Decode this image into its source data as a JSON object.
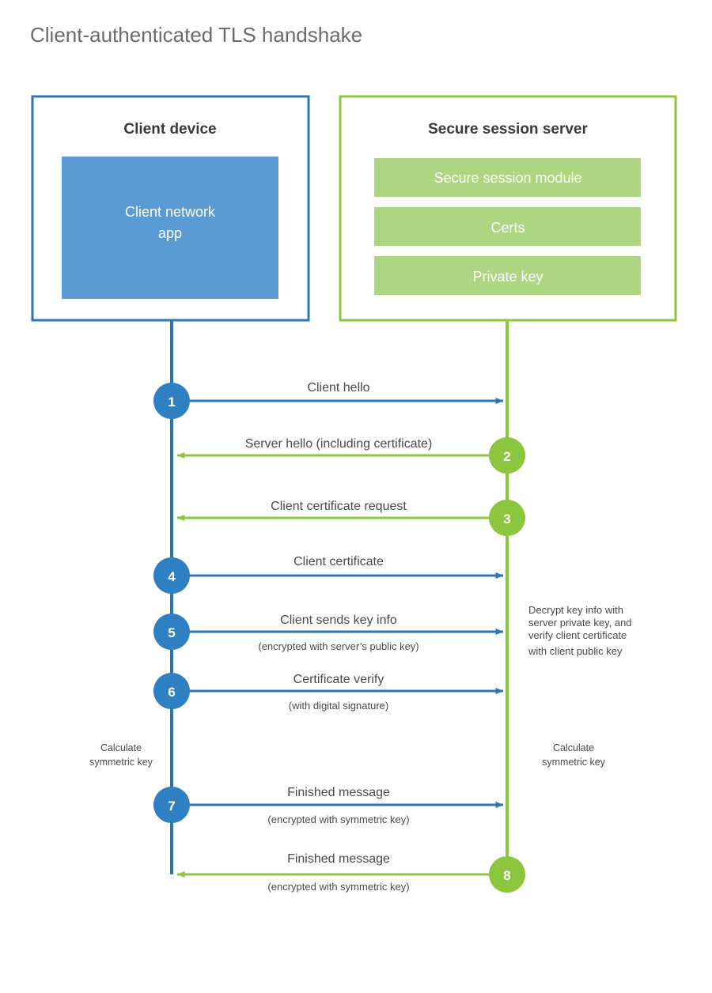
{
  "page": {
    "title": "Client-authenticated TLS handshake",
    "background": "#ffffff"
  },
  "colors": {
    "blue_line": "#2E75B6",
    "blue_border": "#2E75B6",
    "blue_fill": "#5B9BD5",
    "blue_circle": "#2E80C2",
    "green_line": "#8CC63F",
    "green_border": "#8CC63F",
    "green_fill": "#AED581",
    "green_circle": "#8CC63F",
    "title_color": "#6b6b6b",
    "text_color": "#4a4a4a",
    "heading_color": "#3a3a3a"
  },
  "client_box": {
    "title": "Client device",
    "inner": {
      "label_line1": "Client network",
      "label_line2": "app"
    }
  },
  "server_box": {
    "title": "Secure session server",
    "modules": [
      {
        "label": "Secure session module"
      },
      {
        "label": "Certs"
      },
      {
        "label": "Private key"
      }
    ]
  },
  "lifelines": {
    "client": {
      "label": "client-lifeline"
    },
    "server": {
      "label": "server-lifeline"
    }
  },
  "steps": [
    {
      "number": "1",
      "label": "Client hello",
      "sublabel": "",
      "direction": "right",
      "side": "client",
      "color": "blue"
    },
    {
      "number": "2",
      "label": "Server hello (including certificate)",
      "sublabel": "",
      "direction": "left",
      "side": "server",
      "color": "green"
    },
    {
      "number": "3",
      "label": "Client certificate request",
      "sublabel": "",
      "direction": "left",
      "side": "server",
      "color": "green"
    },
    {
      "number": "4",
      "label": "Client certificate",
      "sublabel": "",
      "direction": "right",
      "side": "client",
      "color": "blue"
    },
    {
      "number": "5",
      "label": "Client sends key info",
      "sublabel": "(encrypted with server’s public key)",
      "direction": "right",
      "side": "client",
      "color": "blue"
    },
    {
      "number": "6",
      "label": "Certificate verify",
      "sublabel": "(with digital signature)",
      "direction": "right",
      "side": "client",
      "color": "blue"
    },
    {
      "number": "7",
      "label": "Finished message",
      "sublabel": "(encrypted with symmetric key)",
      "direction": "right",
      "side": "client",
      "color": "blue"
    },
    {
      "number": "8",
      "label": "Finished message",
      "sublabel": "(encrypted with symmetric key)",
      "direction": "left",
      "side": "server",
      "color": "green"
    }
  ],
  "notes": {
    "server_decrypt": {
      "line1": "Decrypt key info with",
      "line2": "server private key, and",
      "line3": "verify client certificate",
      "line4": "with client public key"
    },
    "client_calc": {
      "line1": "Calculate",
      "line2": "symmetric key"
    },
    "server_calc": {
      "line1": "Calculate",
      "line2": "symmetric key"
    }
  }
}
